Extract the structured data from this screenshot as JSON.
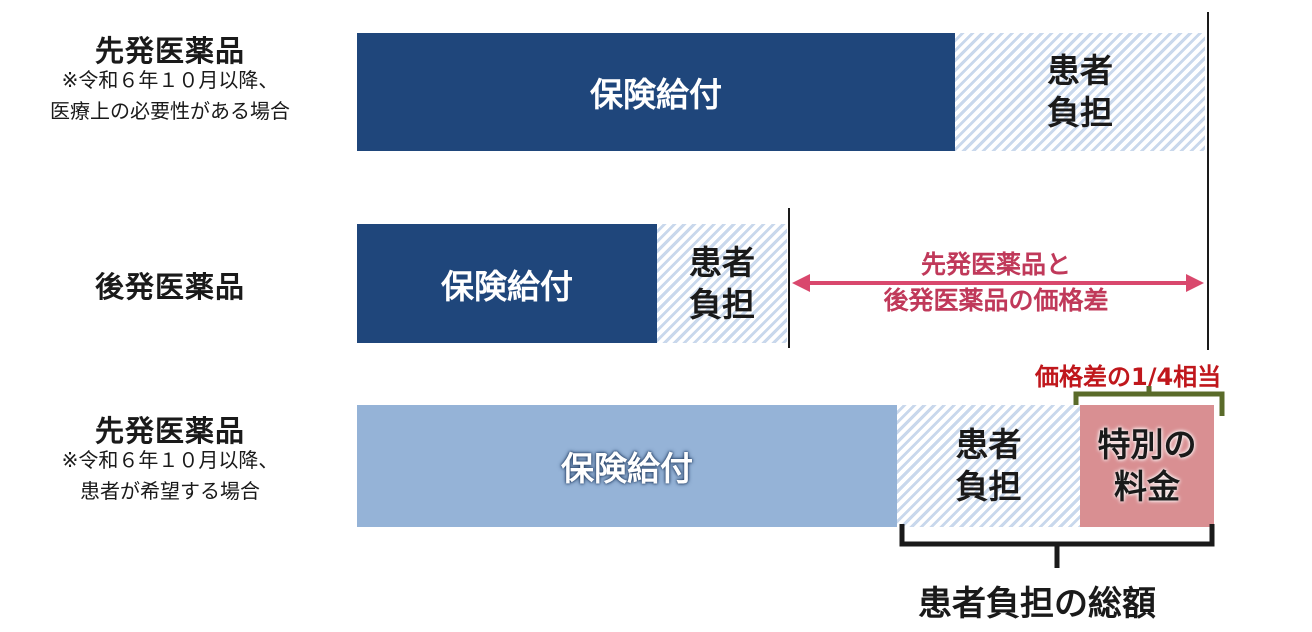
{
  "row1": {
    "title": "先発医薬品",
    "note_line1": "※令和６年１０月以降、",
    "note_line2": "医療上の必要性がある場合",
    "insurance_label": "保険給付",
    "patient_line1": "患者",
    "patient_line2": "負担"
  },
  "row2": {
    "title": "後発医薬品",
    "insurance_label": "保険給付",
    "patient_line1": "患者",
    "patient_line2": "負担",
    "diff_line1": "先発医薬品と",
    "diff_line2": "後発医薬品の価格差"
  },
  "row3": {
    "title": "先発医薬品",
    "note_line1": "※令和６年１０月以降、",
    "note_line2": "患者が希望する場合",
    "insurance_label": "保険給付",
    "patient_line1": "患者",
    "patient_line2": "負担",
    "special_line1": "特別の",
    "special_line2": "料金",
    "quarter_label": "価格差の1/4相当",
    "total_label": "患者負担の総額"
  },
  "colors": {
    "insurance_dark": "#1f467b",
    "insurance_light": "#95b3d7",
    "patient_hatch": "#c9d8ec",
    "special_fee": "#d98f92",
    "price_diff_arrow": "#d9486d",
    "quarter_bracket": "#5a6b2a",
    "quarter_text": "#c0171c"
  }
}
